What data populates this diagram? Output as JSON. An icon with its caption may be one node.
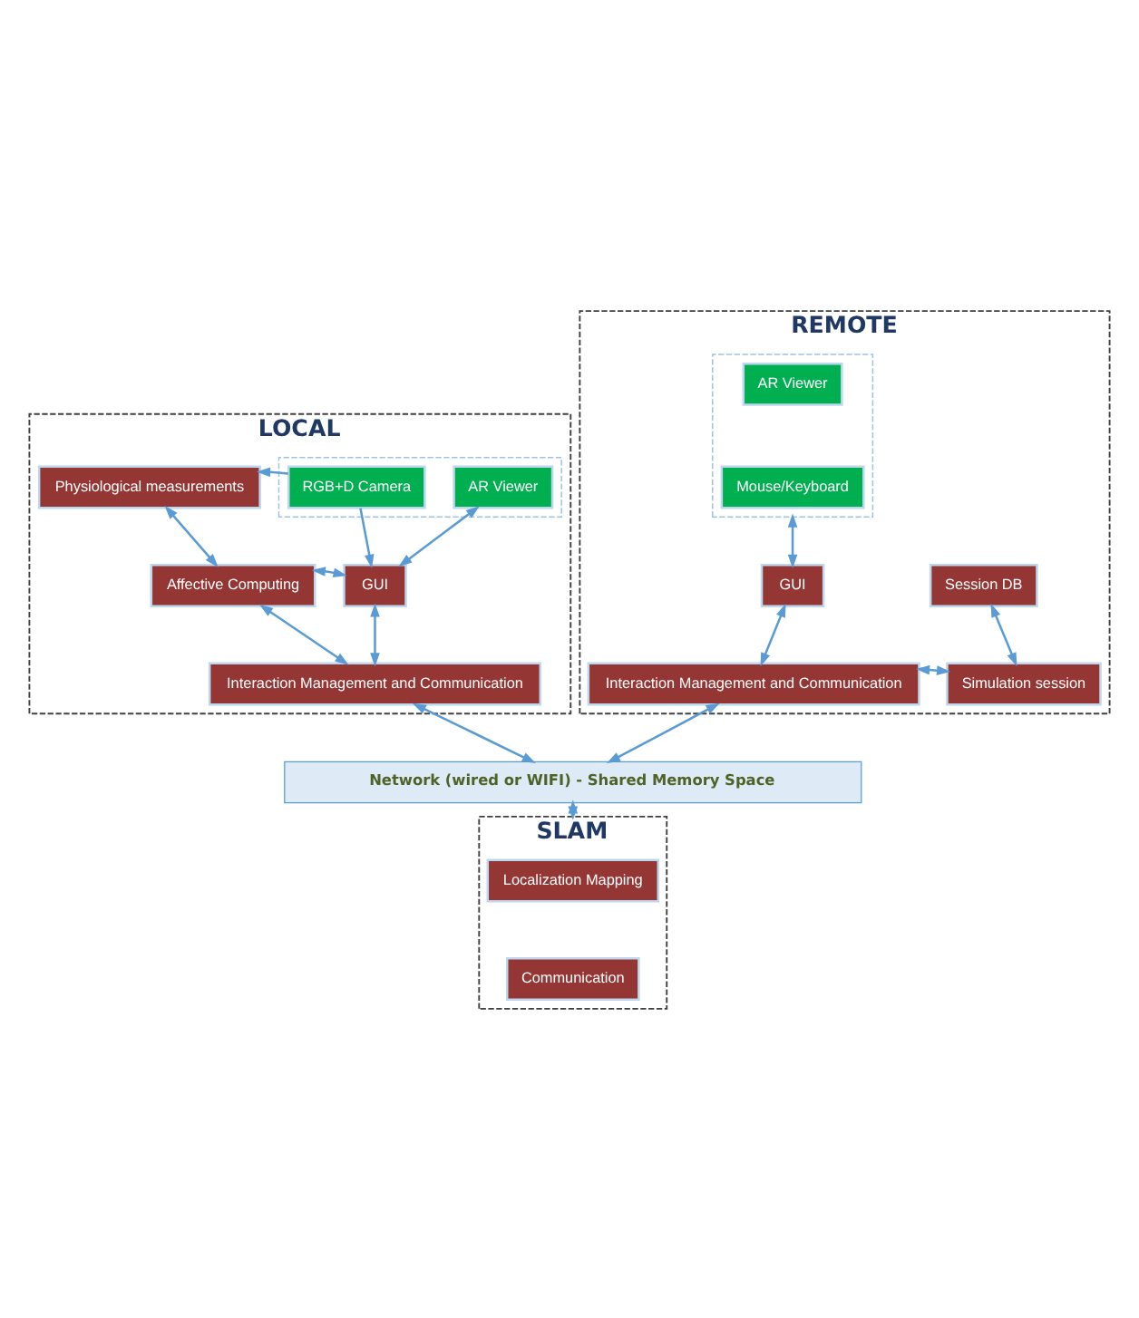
{
  "diagram": {
    "nodes": [
      {
        "text": [
          "LOCAL"
        ]
      },
      {
        "text": [],
        "shape": "box",
        "in": 0
      },
      {
        "text": [
          "Physiological measurements"
        ],
        "in": 0
      },
      {
        "text": [
          "RGB+D Camera"
        ],
        "in": 1
      },
      {
        "text": [
          "AR Viewer"
        ],
        "in": 1
      },
      {
        "text": [
          "Affective Computing"
        ],
        "in": 0
      },
      {
        "text": [
          "GUI"
        ],
        "in": 0
      },
      {
        "text": [
          "Interaction Management and Communication"
        ],
        "in": 0
      },
      {
        "text": [
          "REMOTE"
        ]
      },
      {
        "text": [],
        "shape": "box",
        "in": 8
      },
      {
        "text": [
          "AR Viewer"
        ],
        "in": 9
      },
      {
        "text": [
          "Mouse/Keyboard"
        ],
        "in": 9
      },
      {
        "text": [
          "GUI"
        ],
        "in": 8
      },
      {
        "text": [
          "Session DB"
        ],
        "in": 8
      },
      {
        "text": [
          "Interaction Management and Communication"
        ],
        "in": 8
      },
      {
        "text": [
          "Simulation session"
        ],
        "in": 8
      },
      {
        "text": [
          "Network (wired or WIFI) - Shared Memory Space"
        ]
      },
      {
        "text": [
          "SLAM"
        ]
      },
      {
        "text": [
          "Localization Mapping"
        ],
        "in": 17
      },
      {
        "text": [
          "Communication"
        ],
        "in": 17
      }
    ],
    "edges": [
      {
        "from": 3,
        "to": 2,
        "arrow": "to"
      },
      {
        "from": 2,
        "to": 5,
        "arrow": "both"
      },
      {
        "from": 3,
        "to": 6,
        "arrow": "to"
      },
      {
        "from": 4,
        "to": 6,
        "arrow": "both"
      },
      {
        "from": 5,
        "to": 6,
        "arrow": "both"
      },
      {
        "from": 6,
        "to": 7,
        "arrow": "both"
      },
      {
        "from": 5,
        "to": 7,
        "arrow": "both"
      },
      {
        "from": 7,
        "to": 16,
        "arrow": "both"
      },
      {
        "from": 9,
        "to": 12,
        "arrow": "both"
      },
      {
        "from": 12,
        "to": 14,
        "arrow": "both"
      },
      {
        "from": 13,
        "to": 15,
        "arrow": "both"
      },
      {
        "from": 14,
        "to": 15,
        "arrow": "both"
      },
      {
        "from": 14,
        "to": 16,
        "arrow": "both"
      },
      {
        "from": 16,
        "to": 17,
        "arrow": "both"
      }
    ]
  }
}
